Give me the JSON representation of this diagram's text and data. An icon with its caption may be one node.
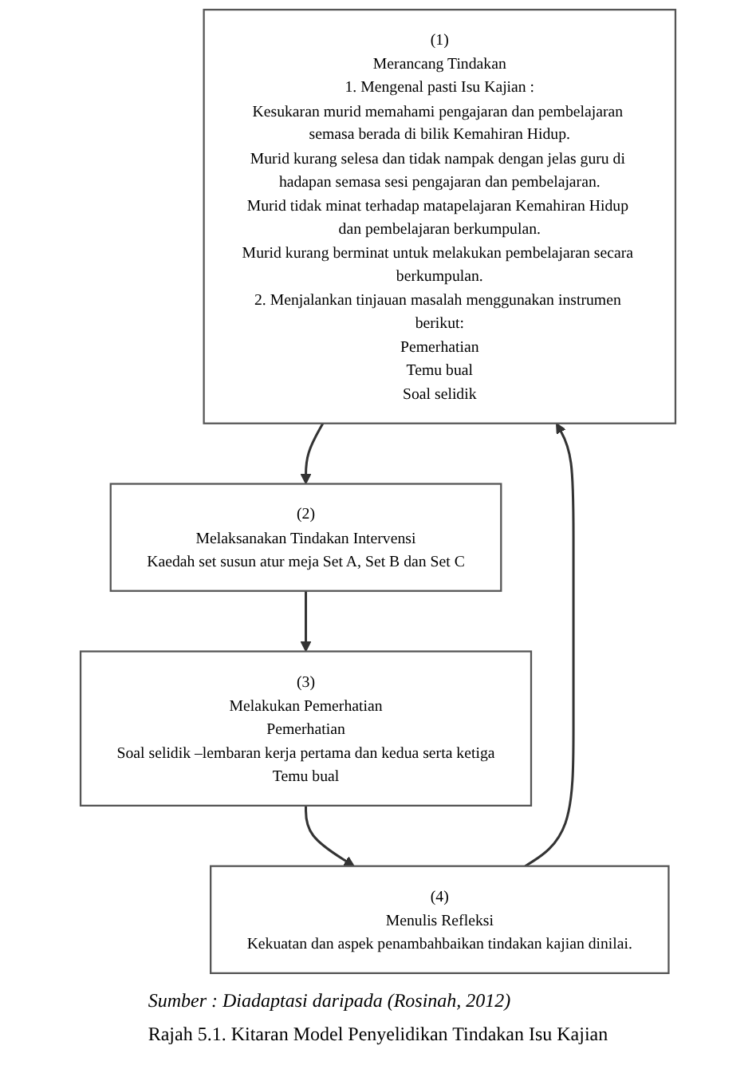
{
  "diagram": {
    "caption": "Rajah 5.1. Kitaran Model Penyelidikan Tindakan Isu Kajian",
    "nodes": [
      {
        "text": [
          "(1)",
          "Merancang Tindakan",
          "1. Mengenal pasti Isu Kajian :",
          "Kesukaran murid memahami pengajaran dan pembelajaran semasa berada di bilik Kemahiran Hidup.",
          "Murid kurang selesa dan tidak nampak dengan jelas guru di hadapan semasa sesi pengajaran dan pembelajaran.",
          "Murid tidak minat terhadap matapelajaran Kemahiran Hidup dan pembelajaran berkumpulan.",
          "Murid kurang berminat untuk melakukan pembelajaran secara berkumpulan.",
          "2. Menjalankan tinjauan masalah menggunakan instrumen berikut:",
          "Pemerhatian",
          "Temu bual",
          "Soal selidik"
        ]
      },
      {
        "text": [
          "(4)",
          "Menulis Refleksi",
          "Kekuatan dan aspek penambahbaikan tindakan kajian dinilai."
        ]
      },
      {
        "text": [
          "(2)",
          "Melaksanakan Tindakan Intervensi",
          "Kaedah set susun atur meja Set A, Set B dan Set C"
        ]
      },
      {
        "text": [
          "(3)",
          "Melakukan Pemerhatian",
          "Pemerhatian",
          "Soal selidik –lembaran kerja pertama dan kedua serta ketiga",
          "Temu bual"
        ]
      }
    ],
    "edges": [
      {
        "from": 0,
        "to": 2,
        "arrow": "to"
      },
      {
        "from": 2,
        "to": 3,
        "arrow": "to"
      },
      {
        "from": 3,
        "to": 1,
        "arrow": "to"
      },
      {
        "from": 1,
        "to": 0,
        "arrow": "to"
      }
    ],
    "labels": [
      "Sumber : Diadaptasi daripada (Rosinah, 2012)"
    ]
  }
}
